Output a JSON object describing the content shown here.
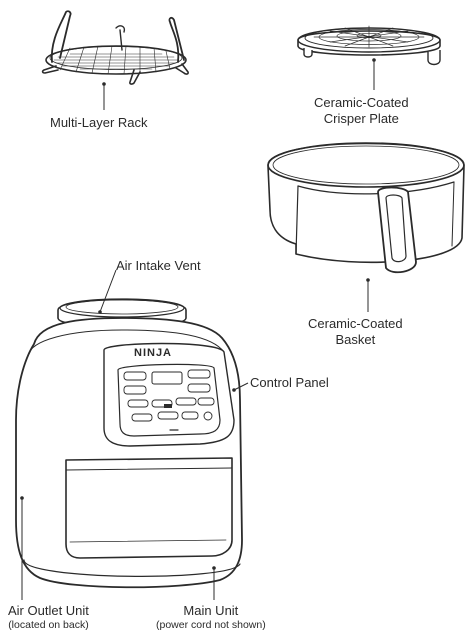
{
  "labels": {
    "rack": "Multi-Layer Rack",
    "plate_line1": "Ceramic-Coated",
    "plate_line2": "Crisper Plate",
    "basket_line1": "Ceramic-Coated",
    "basket_line2": "Basket",
    "vent": "Air Intake Vent",
    "panel": "Control Panel",
    "outlet": "Air Outlet Unit",
    "outlet_note": "(located on back)",
    "main": "Main Unit",
    "main_note": "(power cord not shown)"
  },
  "device": {
    "brand": "NINJA"
  }
}
